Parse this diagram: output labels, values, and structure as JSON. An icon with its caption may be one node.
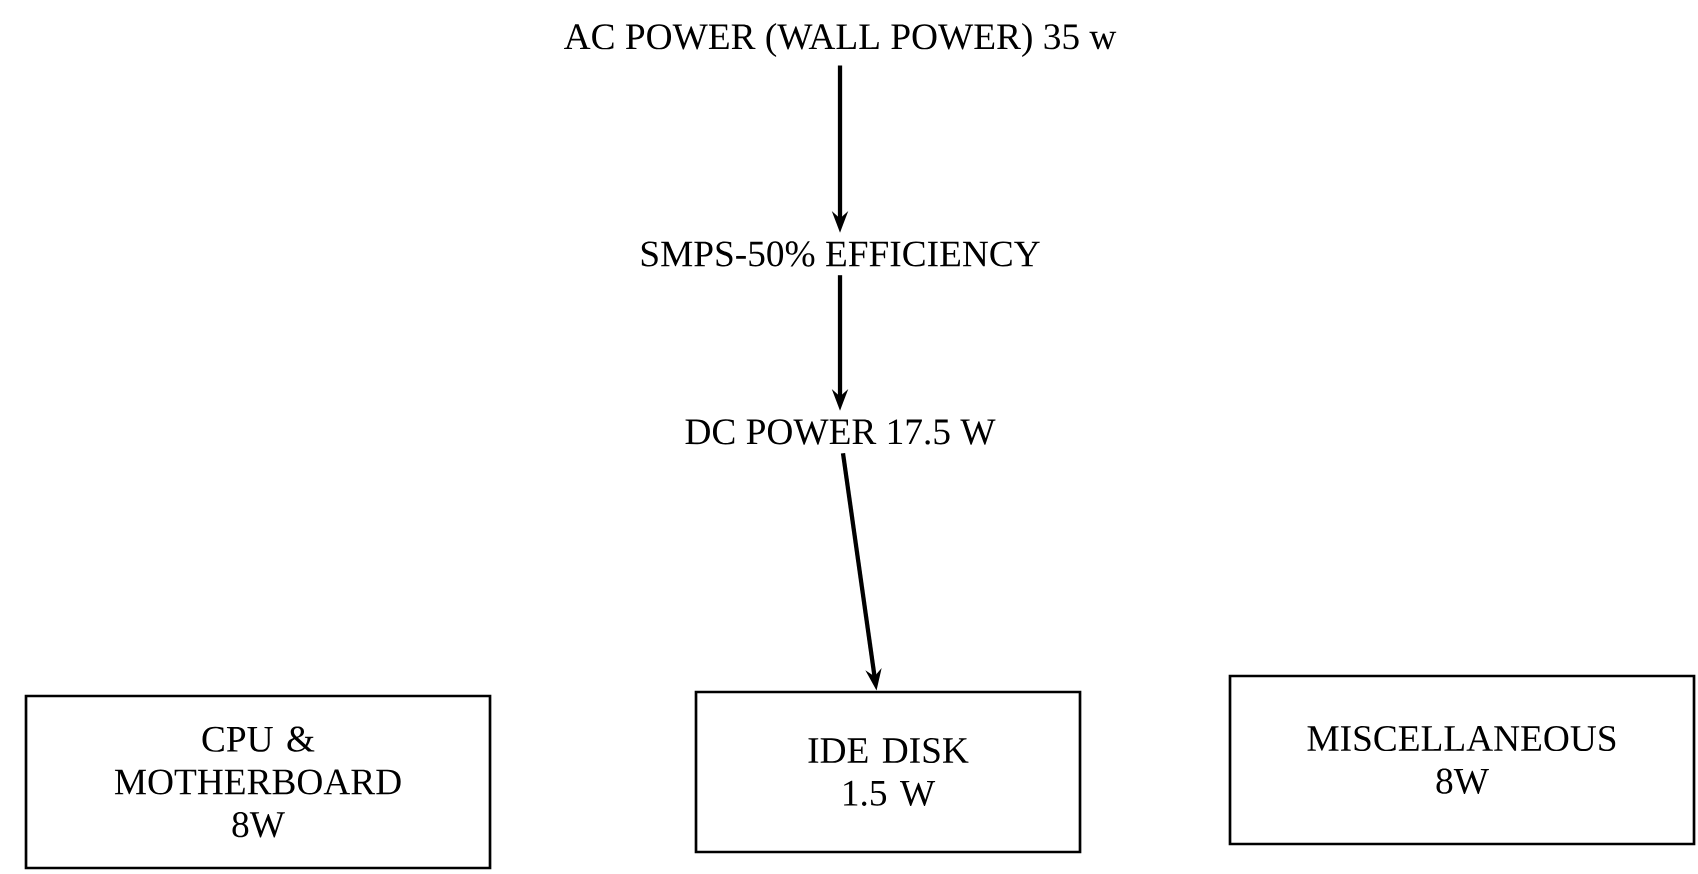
{
  "diagram": {
    "nodes": [
      {
        "text": [
          "AC POWER (WALL POWER) 35 w"
        ]
      },
      {
        "text": [
          "SMPS-50% EFFICIENCY"
        ]
      },
      {
        "text": [
          "DC POWER 17.5 W"
        ]
      },
      {
        "text": [
          "CPU & MOTHERBOARD",
          "8W"
        ]
      },
      {
        "text": [
          "IDE DISK",
          "1.5 W"
        ]
      },
      {
        "text": [
          "MISCELLANEOUS",
          "8W"
        ]
      }
    ],
    "edges": [
      {
        "from": 0,
        "to": 1,
        "arrow": "to"
      },
      {
        "from": 1,
        "to": 2,
        "arrow": "to"
      },
      {
        "from": 2,
        "to": 4,
        "arrow": "to"
      }
    ]
  }
}
